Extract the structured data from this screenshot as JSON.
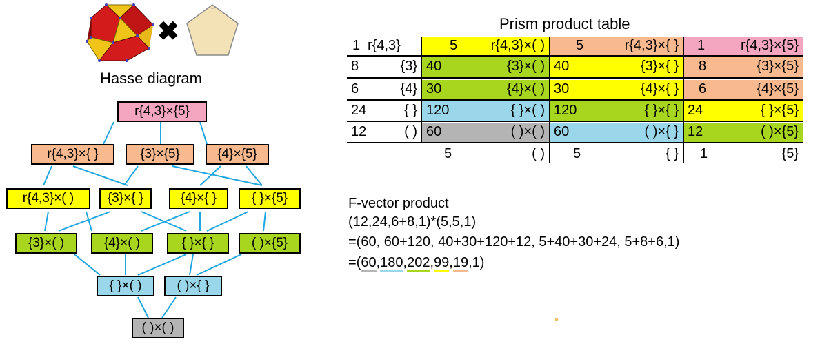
{
  "colors": {
    "pink": "#f4a6c0",
    "orange": "#f9b98e",
    "yellow": "#ffff00",
    "green": "#a8d61e",
    "blue": "#9ad7ea",
    "gray": "#b4b4b4",
    "edge": "#1fa6e0",
    "pentagon": "#f3e2b5",
    "cube_red": "#d41b1b",
    "cube_yellow": "#f0c419"
  },
  "figure": {
    "times_symbol": "✖",
    "pentagon_icon": "pentagon-icon",
    "polyhedron_icon": "cuboctahedron-icon"
  },
  "hasse": {
    "title": "Hasse diagram",
    "nodes": {
      "top": "r{4,3}×{5}",
      "l1a": "r{4,3}×{ }",
      "l1b": "{3}×{5}",
      "l1c": "{4}×{5}",
      "l2a": "r{4,3}×( )",
      "l2b": "{3}×{ }",
      "l2c": "{4}×{ }",
      "l2d": "{ }×{5}",
      "l3a": "{3}×( )",
      "l3b": "{4}×( )",
      "l3c": "{ }×{ }",
      "l3d": "( )×{5}",
      "l4a": "{ }×( )",
      "l4b": "( )×{ }",
      "bottom": "( )×( )"
    }
  },
  "table": {
    "title": "Prism product table",
    "left": [
      {
        "n": "1",
        "s": "r{4,3}"
      },
      {
        "n": "8",
        "s": "{3}"
      },
      {
        "n": "6",
        "s": "{4}"
      },
      {
        "n": "24",
        "s": "{ }"
      },
      {
        "n": "12",
        "s": "( )"
      }
    ],
    "cols": [
      {
        "cells": [
          {
            "n": "5",
            "s": "r{4,3}×( )"
          },
          {
            "n": "40",
            "s": "{3}×( )"
          },
          {
            "n": "30",
            "s": "{4}×( )"
          },
          {
            "n": "120",
            "s": "{ }×( )"
          },
          {
            "n": "60",
            "s": "( )×( )"
          }
        ],
        "foot_n": "5",
        "foot_s": "( )"
      },
      {
        "cells": [
          {
            "n": "5",
            "s": "r{4,3}×{ }"
          },
          {
            "n": "40",
            "s": "{3}×{ }"
          },
          {
            "n": "30",
            "s": "{4}×{ }"
          },
          {
            "n": "120",
            "s": "{ }×{ }"
          },
          {
            "n": "60",
            "s": "( )×{ }"
          }
        ],
        "foot_n": "5",
        "foot_s": "{ }"
      },
      {
        "cells": [
          {
            "n": "1",
            "s": "r{4,3}×{5}"
          },
          {
            "n": "8",
            "s": "{3}×{5}"
          },
          {
            "n": "6",
            "s": "{4}×{5}"
          },
          {
            "n": "24",
            "s": "{ }×{5}"
          },
          {
            "n": "12",
            "s": "( )×{5}"
          }
        ],
        "foot_n": "1",
        "foot_s": "{5}"
      }
    ]
  },
  "fvector": {
    "title": "F-vector product",
    "line1": "(12,24,6+8,1)*(5,5,1)",
    "line2": "=(60, 60+120, 40+30+120+12, 5+40+30+24, 5+8+6,1)",
    "result_prefix": "=(",
    "result": [
      "60",
      "180",
      "202",
      "99",
      "19"
    ],
    "result_suffix": ",1)"
  }
}
